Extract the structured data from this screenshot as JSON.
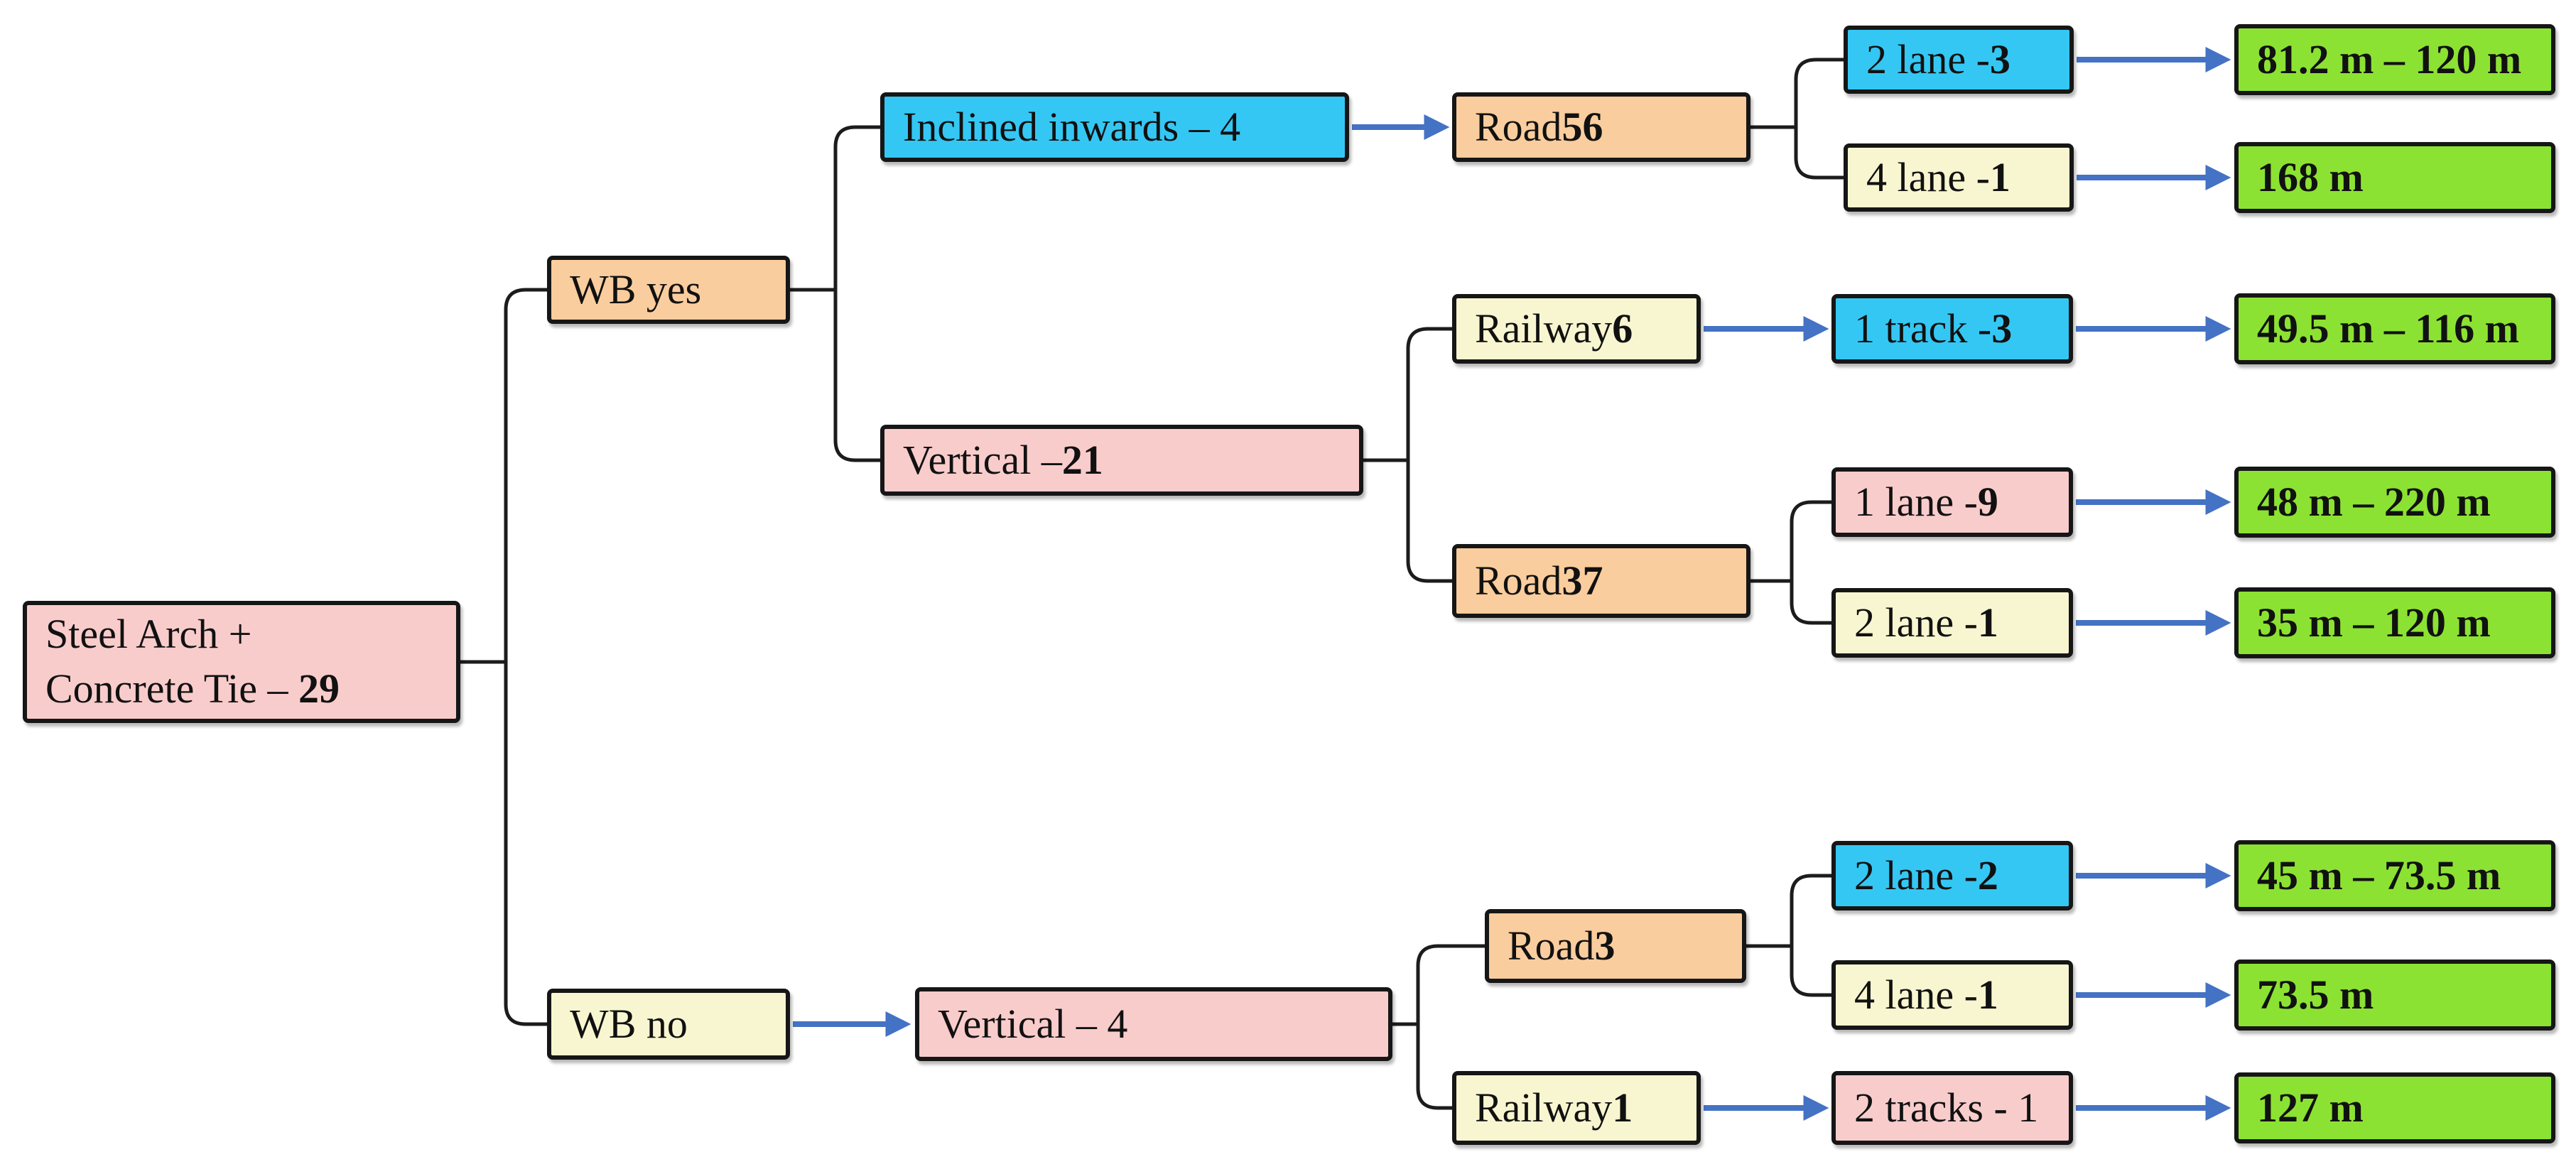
{
  "colors": {
    "pink": "#F9CCCC",
    "orange": "#FACD9E",
    "blue": "#35C7F3",
    "cream": "#F8F6D0",
    "green": "#8CE232",
    "arrow": "#4472C4",
    "line": "#1C1C1C",
    "border": "#161616"
  },
  "nodes": {
    "root": {
      "line1": "Steel Arch +",
      "line2": "Concrete Tie – ",
      "bold": "29"
    },
    "wb_yes": {
      "text": "WB yes",
      "bold": ""
    },
    "wb_no": {
      "text": "WB no",
      "bold": ""
    },
    "inclined": {
      "text": "Inclined inwards – 4",
      "bold": ""
    },
    "vertical_21": {
      "text": "Vertical – ",
      "bold": "21"
    },
    "vertical_4": {
      "text": "Vertical – 4",
      "bold": ""
    },
    "road_56": {
      "text": "Road ",
      "bold": "56"
    },
    "railway_6": {
      "text": "Railway ",
      "bold": "6"
    },
    "road_37": {
      "text": "Road ",
      "bold": "37"
    },
    "road_3": {
      "text": "Road ",
      "bold": "3"
    },
    "railway_1": {
      "text": "Railway ",
      "bold": "1"
    },
    "lane2_3": {
      "text": "2 lane - ",
      "bold": "3"
    },
    "lane4_1_top": {
      "text": "4 lane - ",
      "bold": "1"
    },
    "track1_3": {
      "text": "1 track - ",
      "bold": "3"
    },
    "lane1_9": {
      "text": "1 lane - ",
      "bold": "9"
    },
    "lane2_1": {
      "text": "2 lane - ",
      "bold": "1"
    },
    "lane2_2": {
      "text": "2 lane - ",
      "bold": "2"
    },
    "lane4_1_bottom": {
      "text": "4 lane - ",
      "bold": "1"
    },
    "tracks2_1": {
      "text": "2 tracks - 1",
      "bold": ""
    },
    "span_81_120": {
      "text": "",
      "bold": "81.2 m – 120 m"
    },
    "span_168": {
      "text": "",
      "bold": "168 m"
    },
    "span_49_116": {
      "text": "",
      "bold": "49.5 m – 116 m"
    },
    "span_48_220": {
      "text": "",
      "bold": "48 m – 220 m"
    },
    "span_35_120": {
      "text": "",
      "bold": "35 m – 120 m"
    },
    "span_45_73": {
      "text": "",
      "bold": "45 m – 73.5 m"
    },
    "span_73": {
      "text": "",
      "bold": "73.5 m"
    },
    "span_127": {
      "text": "",
      "bold": "127 m"
    }
  },
  "edges": [
    [
      "root",
      "wb_yes"
    ],
    [
      "root",
      "wb_no"
    ],
    [
      "wb_yes",
      "inclined"
    ],
    [
      "wb_yes",
      "vertical_21"
    ],
    [
      "inclined",
      "road_56"
    ],
    [
      "road_56",
      "lane2_3"
    ],
    [
      "road_56",
      "lane4_1_top"
    ],
    [
      "lane2_3",
      "span_81_120"
    ],
    [
      "lane4_1_top",
      "span_168"
    ],
    [
      "vertical_21",
      "railway_6"
    ],
    [
      "vertical_21",
      "road_37"
    ],
    [
      "railway_6",
      "track1_3"
    ],
    [
      "track1_3",
      "span_49_116"
    ],
    [
      "road_37",
      "lane1_9"
    ],
    [
      "road_37",
      "lane2_1"
    ],
    [
      "lane1_9",
      "span_48_220"
    ],
    [
      "lane2_1",
      "span_35_120"
    ],
    [
      "wb_no",
      "vertical_4"
    ],
    [
      "vertical_4",
      "road_3"
    ],
    [
      "vertical_4",
      "railway_1"
    ],
    [
      "road_3",
      "lane2_2"
    ],
    [
      "road_3",
      "lane4_1_bottom"
    ],
    [
      "lane2_2",
      "span_45_73"
    ],
    [
      "lane4_1_bottom",
      "span_73"
    ],
    [
      "railway_1",
      "tracks2_1"
    ],
    [
      "tracks2_1",
      "span_127"
    ]
  ]
}
